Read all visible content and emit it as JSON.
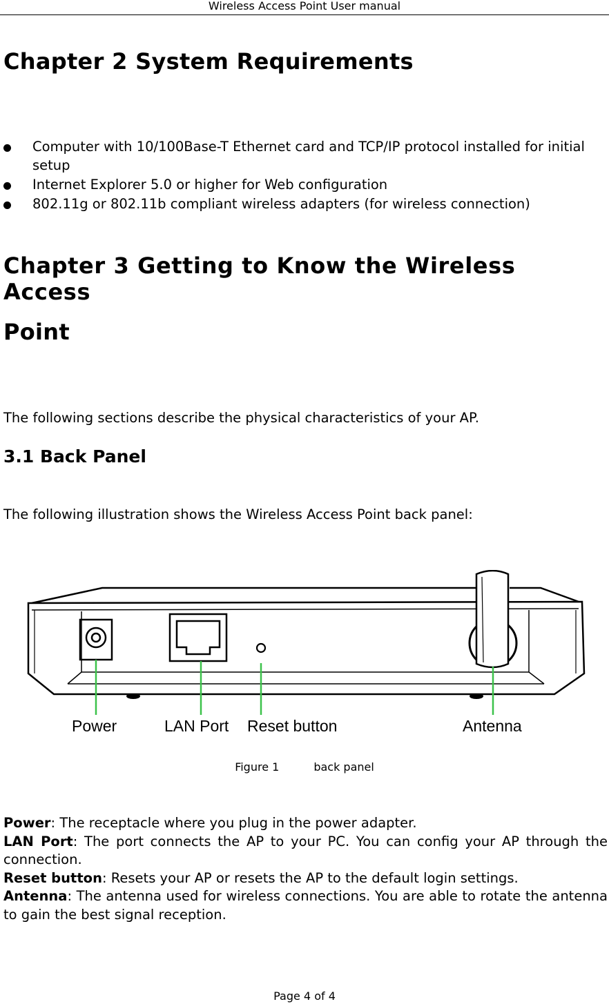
{
  "header": {
    "title": "Wireless Access Point User manual"
  },
  "chapter2": {
    "title": "Chapter 2 System Requirements",
    "bullets": [
      "Computer with 10/100Base-T Ethernet card and TCP/IP protocol installed for initial setup",
      "Internet Explorer 5.0 or higher for Web configuration",
      "802.11g or 802.11b compliant wireless adapters (for wireless connection)"
    ]
  },
  "chapter3": {
    "title_line1": "Chapter 3 Getting to Know the Wireless Access",
    "title_line2": "Point",
    "intro": "The following sections describe the physical characteristics of your AP."
  },
  "section31": {
    "title": "3.1 Back Panel",
    "intro": "The following illustration shows the Wireless Access Point back panel:"
  },
  "figure": {
    "labels": {
      "power": "Power",
      "lan": "LAN Port",
      "reset": "Reset button",
      "antenna": "Antenna"
    },
    "caption_num": "Figure 1",
    "caption_text": "back panel",
    "colors": {
      "pointer": "#3cc24a",
      "device": "#000000"
    }
  },
  "definitions": [
    {
      "term": "Power",
      "text": ": The receptacle where you plug in the power adapter."
    },
    {
      "term": "LAN Port",
      "text": ": The port connects the AP to your PC. You can config your AP through the connection."
    },
    {
      "term": "Reset button",
      "text": ": Resets your AP or resets the AP to the default login settings."
    },
    {
      "term": "Antenna",
      "text": ": The antenna used for wireless connections. You are able to rotate the antenna to gain the best signal reception."
    }
  ],
  "footer": {
    "page": "Page 4 of 4"
  }
}
